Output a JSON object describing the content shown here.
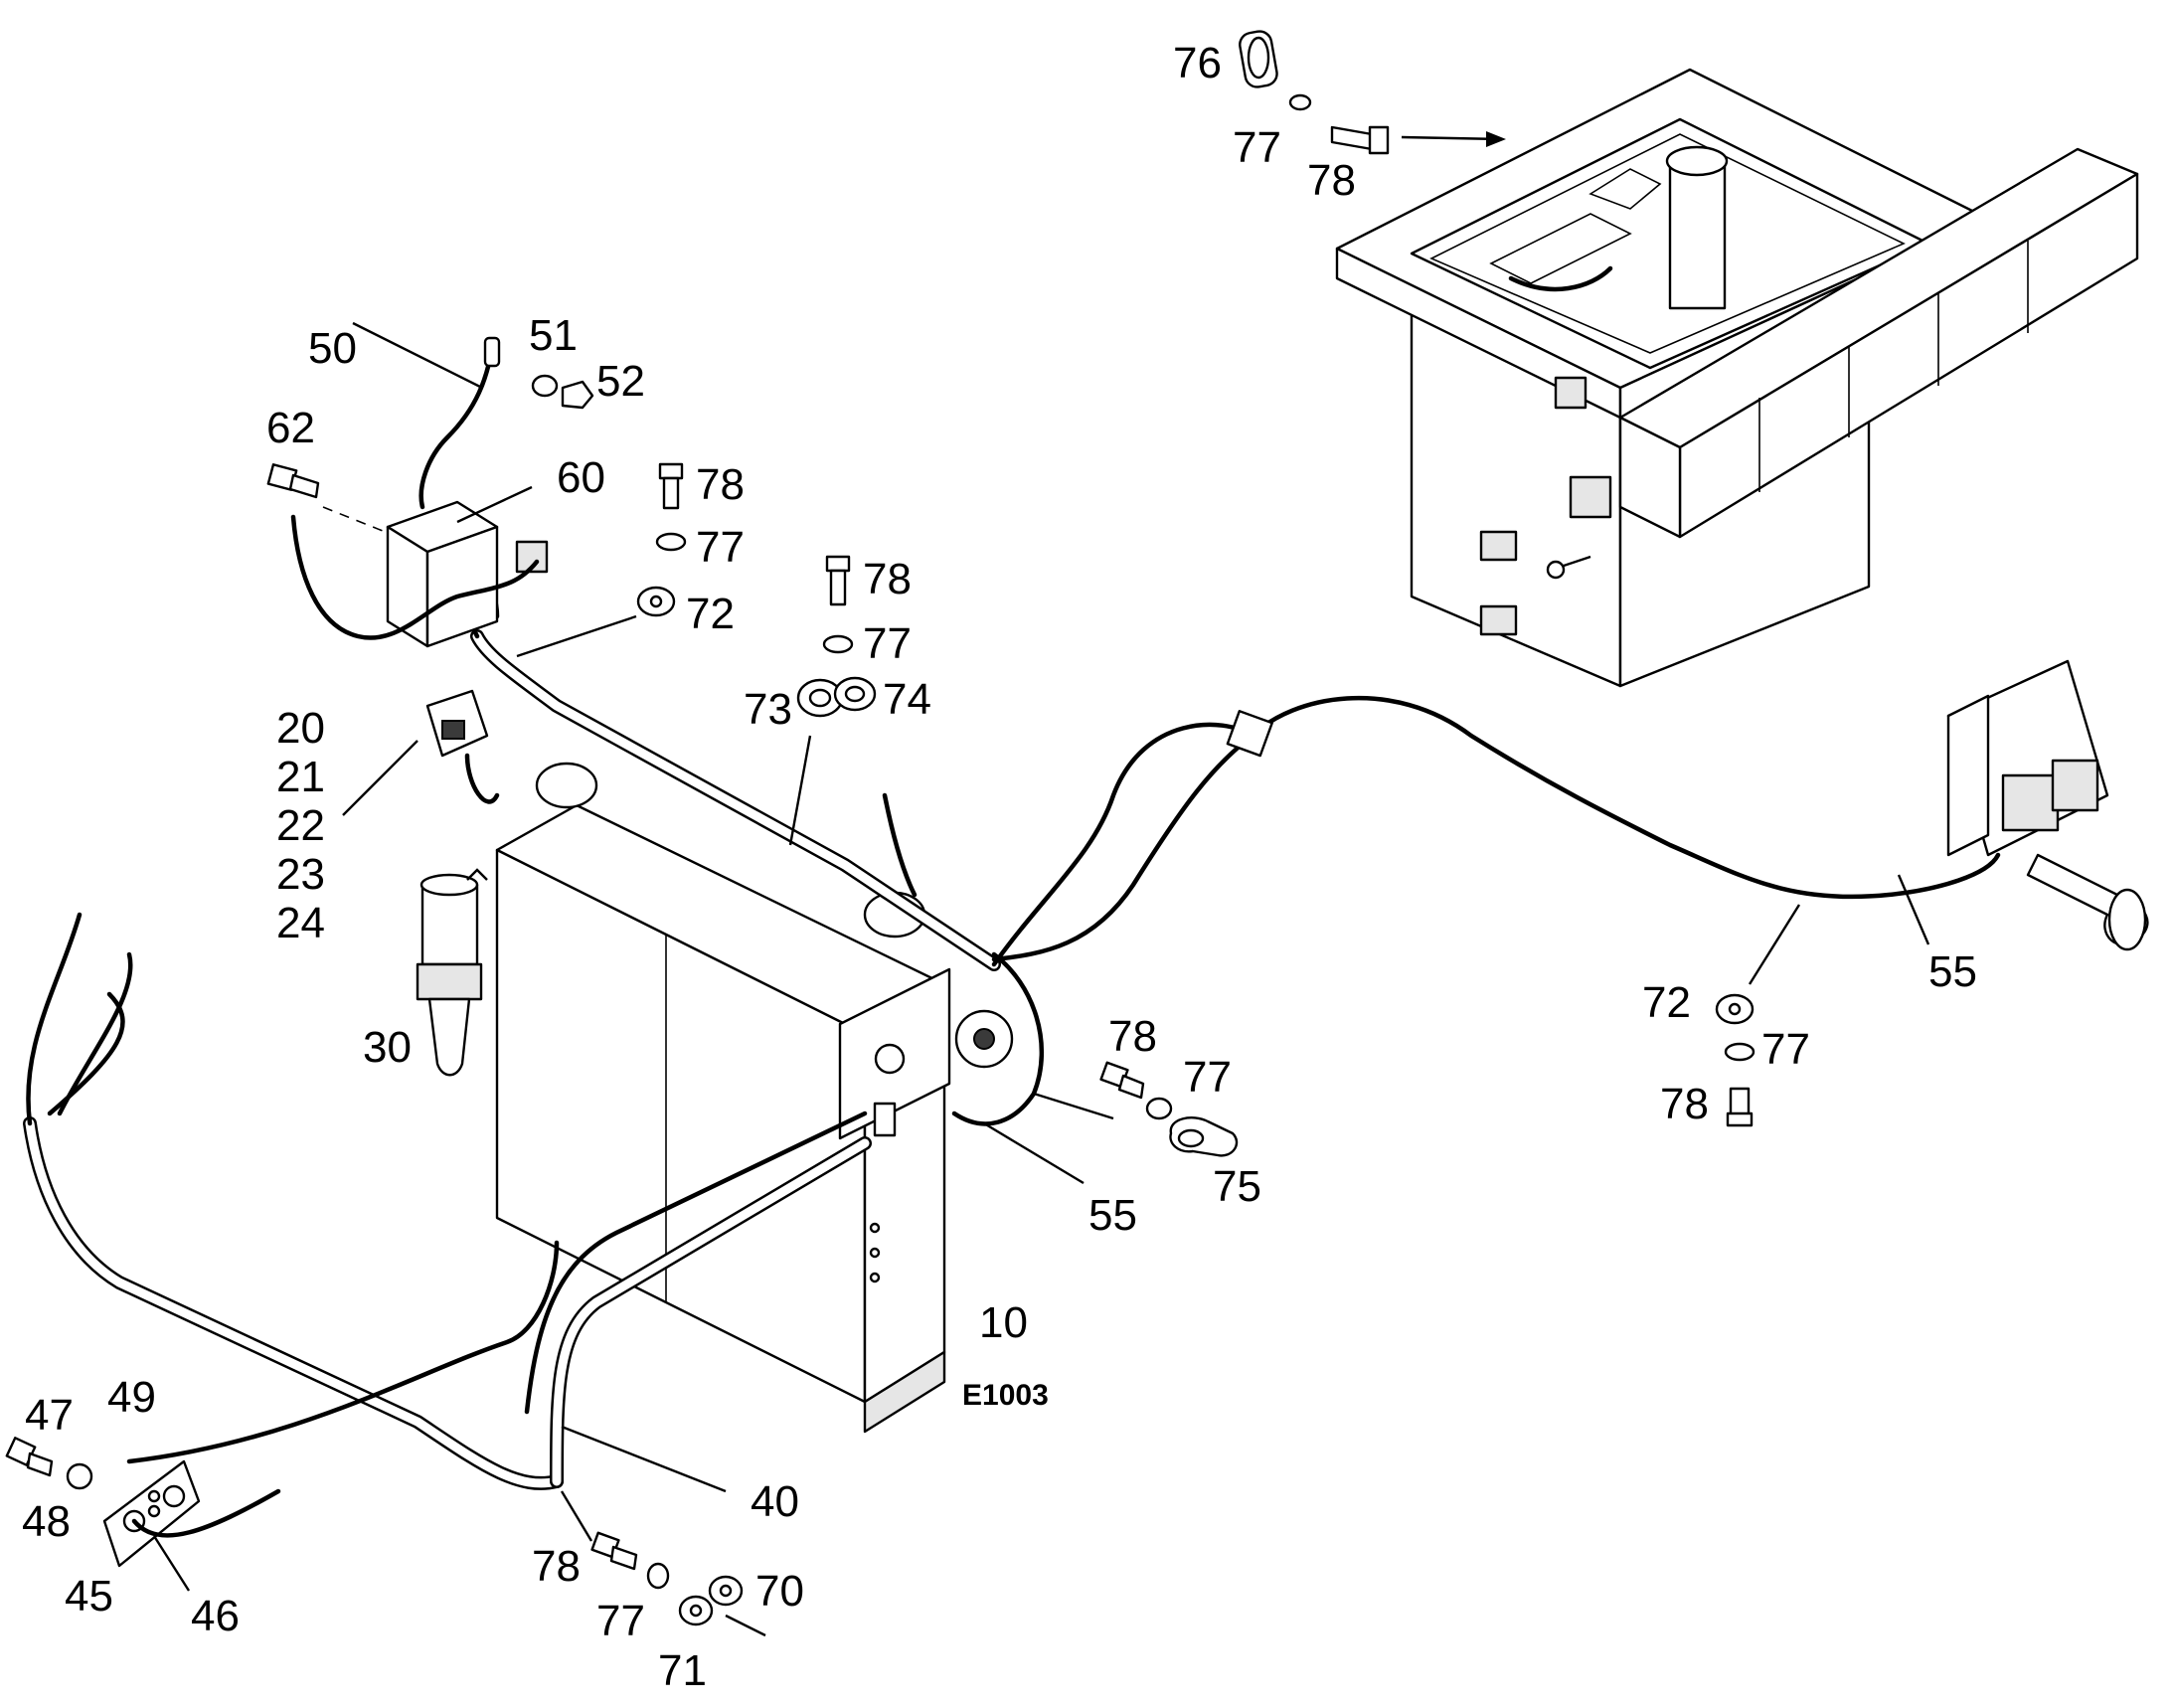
{
  "drawing_code": "E1003",
  "labels": [
    {
      "id": "76",
      "text": "76"
    },
    {
      "id": "77a",
      "text": "77"
    },
    {
      "id": "78a",
      "text": "78"
    },
    {
      "id": "50",
      "text": "50"
    },
    {
      "id": "51",
      "text": "51"
    },
    {
      "id": "52",
      "text": "52"
    },
    {
      "id": "62",
      "text": "62"
    },
    {
      "id": "60",
      "text": "60"
    },
    {
      "id": "78b",
      "text": "78"
    },
    {
      "id": "77b",
      "text": "77"
    },
    {
      "id": "72a",
      "text": "72"
    },
    {
      "id": "78c",
      "text": "78"
    },
    {
      "id": "77c",
      "text": "77"
    },
    {
      "id": "73",
      "text": "73"
    },
    {
      "id": "74",
      "text": "74"
    },
    {
      "id": "20",
      "text": "20"
    },
    {
      "id": "21",
      "text": "21"
    },
    {
      "id": "22",
      "text": "22"
    },
    {
      "id": "23",
      "text": "23"
    },
    {
      "id": "24",
      "text": "24"
    },
    {
      "id": "30",
      "text": "30"
    },
    {
      "id": "78d",
      "text": "78"
    },
    {
      "id": "77d",
      "text": "77"
    },
    {
      "id": "75",
      "text": "75"
    },
    {
      "id": "55a",
      "text": "55"
    },
    {
      "id": "10",
      "text": "10"
    },
    {
      "id": "72b",
      "text": "72"
    },
    {
      "id": "77e",
      "text": "77"
    },
    {
      "id": "78e",
      "text": "78"
    },
    {
      "id": "55b",
      "text": "55"
    },
    {
      "id": "47",
      "text": "47"
    },
    {
      "id": "49",
      "text": "49"
    },
    {
      "id": "48",
      "text": "48"
    },
    {
      "id": "45",
      "text": "45"
    },
    {
      "id": "46",
      "text": "46"
    },
    {
      "id": "40",
      "text": "40"
    },
    {
      "id": "78f",
      "text": "78"
    },
    {
      "id": "77f",
      "text": "77"
    },
    {
      "id": "70",
      "text": "70"
    },
    {
      "id": "71",
      "text": "71"
    }
  ]
}
